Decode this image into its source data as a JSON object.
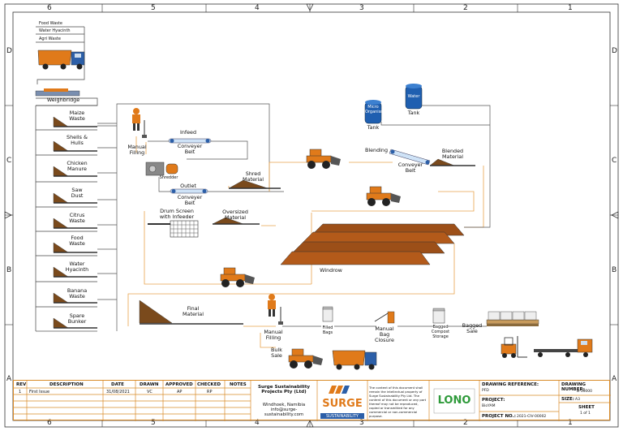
{
  "ruler": {
    "columns": [
      "6",
      "5",
      "4",
      "3",
      "2",
      "1"
    ],
    "rows": [
      "D",
      "C",
      "B",
      "A"
    ]
  },
  "inputs": {
    "food_waste": "Food Waste",
    "water_hyacinth": "Water Hyacinth",
    "agri_waste": "Agri Waste"
  },
  "weighbridge": "Weighbridge",
  "bunkers": [
    "Maize\nWaste",
    "Shells &\nHulls",
    "Chicken\nManure",
    "Saw\nDust",
    "Citrus\nWaste",
    "Food\nWaste",
    "Water\nHyacinth",
    "Banana\nWaste",
    "Spare\nBunker"
  ],
  "process": {
    "manual_filling_1": "Manual\nFilling",
    "infeed": "Infeed",
    "conveyer_belt_1": "Conveyer\nBelt",
    "shredder": "Shredder",
    "outlet": "Outlet",
    "conveyer_belt_2": "Conveyer\nBelt",
    "shred_material": "Shred\nMaterial",
    "drum_screen": "Drum Screen\nwith Infeeder",
    "oversized": "Oversized\nMaterial",
    "tank_1": "Tank",
    "tank_1_inner": "Micro\nOrganisms",
    "tank_2": "Tank",
    "tank_2_inner": "Water",
    "blending": "Blending",
    "conveyer_belt_3": "Conveyer\nBelt",
    "blended_material": "Blended\nMaterial",
    "windrow": "Windrow",
    "final_material": "Final\nMaterial",
    "manual_filling_2": "Manual\nFilling",
    "bulk_sale": "Bulk\nSale",
    "filled_bags": "Filled\nBags",
    "manual_bag_closure": "Manual\nBag\nClosure",
    "bagged_storage": "Bagged\nCompost\nStorage",
    "bagged_sale": "Bagged\nSale"
  },
  "title_block": {
    "headers": {
      "rev": "REV",
      "description": "DESCRIPTION",
      "date": "DATE",
      "drawn": "DRAWN",
      "approved": "APPROVED",
      "checked": "CHECKED",
      "notes": "NOTES"
    },
    "row": {
      "rev": "1",
      "description": "First Issue",
      "date": "31/08/2021",
      "drawn": "VC",
      "approved": "AP",
      "checked": "RP"
    },
    "company": "Surge Sustainability\nProjects Pty (Ltd)",
    "address": "Windhoek, Namibia\ninfo@surge-sustainability.com",
    "logo_main": "SURGE",
    "logo_sub": "SUSTAINABILITY",
    "disclaimer": "The content of this document shall remain the intellectual property of Surge Sustainability Pty Ltd. The content of this document or any part thereof may not be reproduced, copied or transmitted for any commercial or non-commercial purpose.",
    "client_logo": "LONO",
    "drawing_reference_label": "DRAWING REFERENCE:",
    "drawing_reference": "PFD",
    "project_label": "PROJECT:",
    "project": "BioYAM",
    "project_no_label": "PROJECT NO.:",
    "project_no": "2021-CIV-00002",
    "drawing_number_label": "DRAWING NUMBER:",
    "drawing_number": "B-10000",
    "size_label": "SIZE:",
    "size": "A3",
    "sheet_label": "SHEET",
    "sheet": "1 of 1"
  }
}
